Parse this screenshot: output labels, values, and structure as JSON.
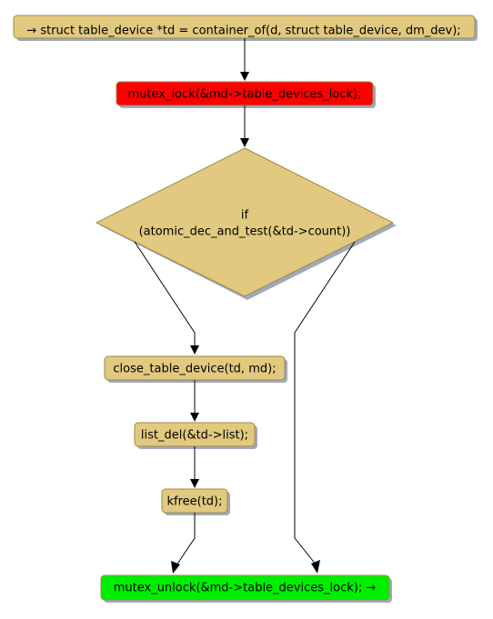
{
  "colors": {
    "node_fill": "#E1C97F",
    "node_border": "#A08A40",
    "lock_fill": "#FF0000",
    "unlock_fill": "#00EE00",
    "shadow": "#9FA8C0",
    "edge": "#000000"
  },
  "nodes": {
    "container_of": "→ struct table_device *td = container_of(d, struct table_device, dm_dev);",
    "mutex_lock": "mutex_lock(&md->table_devices_lock);",
    "condition_line1": "if",
    "condition_line2": "(atomic_dec_and_test(&td->count))",
    "close_table_device": "close_table_device(td, md);",
    "list_del": "list_del(&td->list);",
    "kfree": "kfree(td);",
    "mutex_unlock": "mutex_unlock(&md->table_devices_lock); →"
  }
}
